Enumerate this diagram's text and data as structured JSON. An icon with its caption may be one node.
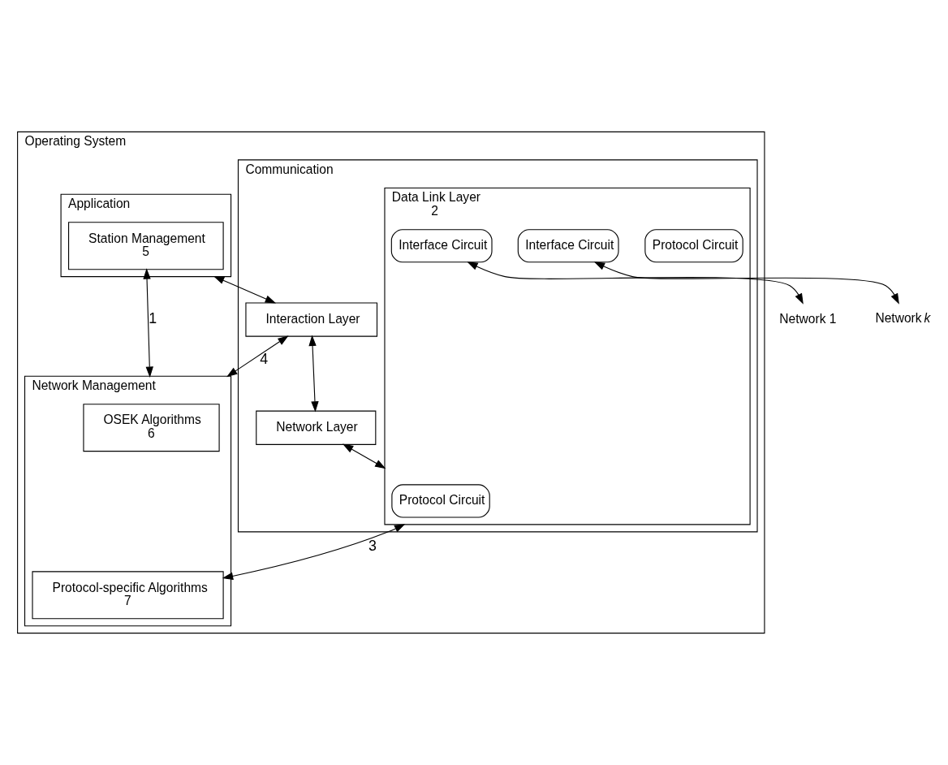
{
  "diagram": {
    "nodes": [
      {
        "text": [
          "Operating System"
        ]
      },
      {
        "text": [
          "Application"
        ],
        "in": 0
      },
      {
        "text": [
          "Station Management",
          "5"
        ],
        "in": 1
      },
      {
        "text": [
          "Network Management"
        ],
        "in": 0
      },
      {
        "text": [
          "Communication"
        ],
        "in": 0
      },
      {
        "text": [
          "Interaction Layer"
        ],
        "in": 4
      },
      {
        "text": [
          "Network Layer"
        ],
        "in": 4
      },
      {
        "text": [
          "Data Link Layer",
          "2"
        ],
        "in": 4
      },
      {
        "text": [
          "Protocol Circuit"
        ],
        "in": 7
      },
      {
        "text": [
          "Protocol Circuit"
        ],
        "in": 7
      },
      {
        "text": [
          "Interface Circuit"
        ],
        "in": 7
      },
      {
        "text": [
          "Interface Circuit"
        ],
        "in": 7
      },
      {
        "text": [
          "OSEK Algorithms",
          "6"
        ],
        "in": 3
      },
      {
        "text": [
          "Protocol-specific Algorithms",
          "7"
        ],
        "in": 3
      },
      {
        "text": [
          "Network 1"
        ]
      },
      {
        "text": [
          "Network *k*"
        ]
      }
    ],
    "edges": [
      {
        "from": 2,
        "to": 3,
        "arrow": "both",
        "label": "1"
      },
      {
        "from": 1,
        "to": 5,
        "arrow": "both"
      },
      {
        "from": 5,
        "to": 3,
        "arrow": "both",
        "label": "4"
      },
      {
        "from": 5,
        "to": 6,
        "arrow": "both"
      },
      {
        "from": 6,
        "to": 7,
        "arrow": "both"
      },
      {
        "from": 7,
        "to": 13,
        "arrow": "both",
        "label": "3"
      },
      {
        "from": 10,
        "to": 14,
        "arrow": "both"
      },
      {
        "from": 11,
        "to": 15,
        "arrow": "both"
      }
    ]
  }
}
